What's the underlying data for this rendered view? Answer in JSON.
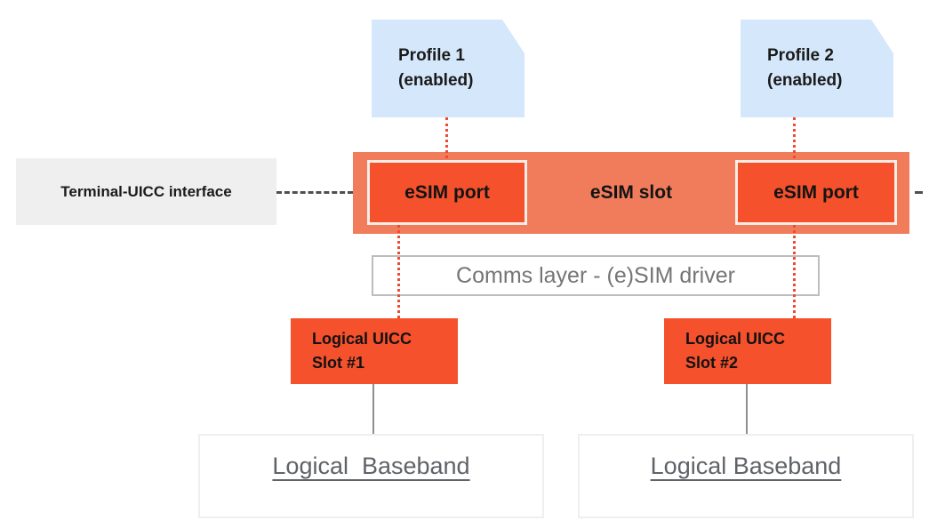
{
  "diagram": {
    "profiles": [
      {
        "line1": "Profile 1",
        "line2": "(enabled)"
      },
      {
        "line1": "Profile 2",
        "line2": "(enabled)"
      }
    ],
    "terminal_interface_label": "Terminal-UICC interface",
    "esim_slot_label": "eSIM slot",
    "esim_ports": [
      {
        "label": "eSIM port"
      },
      {
        "label": "eSIM port"
      }
    ],
    "comms_layer_label": "Comms layer - (e)SIM driver",
    "uicc_slots": [
      {
        "line1": "Logical UICC",
        "line2": "Slot #1"
      },
      {
        "line1": "Logical UICC",
        "line2": "Slot #2"
      }
    ],
    "basebands": [
      {
        "label": "Logical  Baseband"
      },
      {
        "label": "Logical Baseband"
      }
    ],
    "colors": {
      "profile_fill": "#D5E8FB",
      "slot_bar_fill": "#F07C5C",
      "port_fill": "#F4512C",
      "port_border": "#FAEDE7",
      "uicc_slot_fill": "#F4512C",
      "interface_label_fill": "#EFEFEF",
      "red_dotted_line": "#EE4B33",
      "dashed_line": "#4F4F4F",
      "gray_connector": "#8E8E8E",
      "comms_border": "#BDBDBD",
      "comms_text": "#757575",
      "baseband_text": "#5F6368",
      "dark_text": "#1B1B1B"
    }
  }
}
